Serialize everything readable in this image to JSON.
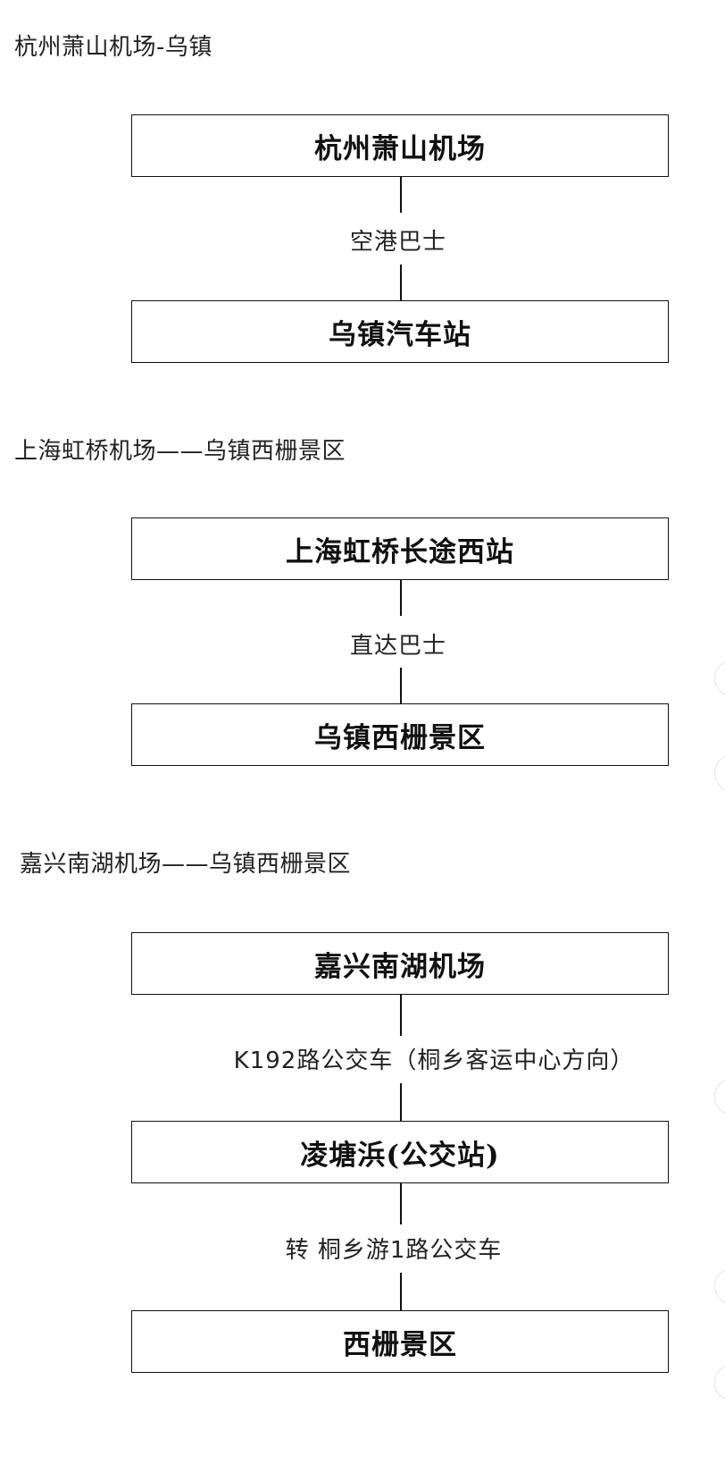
{
  "sections": [
    {
      "title": "杭州萧山机场-乌镇",
      "nodes": [
        "杭州萧山机场",
        "乌镇汽车站"
      ],
      "edges": [
        "空港巴士"
      ]
    },
    {
      "title": "上海虹桥机场——乌镇西栅景区",
      "nodes": [
        "上海虹桥长途西站",
        "乌镇西栅景区"
      ],
      "edges": [
        "直达巴士"
      ]
    },
    {
      "title": "嘉兴南湖机场——乌镇西栅景区",
      "nodes": [
        "嘉兴南湖机场",
        "凌塘浜(公交站)",
        "西栅景区"
      ],
      "edges": [
        "K192路公交车（桐乡客运中心方向）",
        "转 桐乡游1路公交车"
      ]
    }
  ]
}
